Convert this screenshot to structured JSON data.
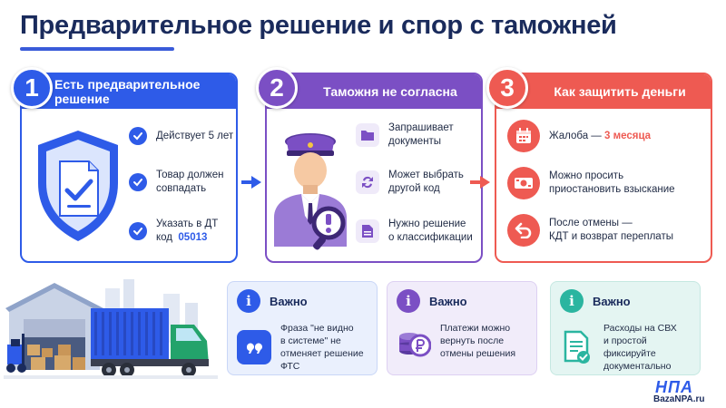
{
  "title": "Предварительное решение и спор с таможней",
  "steps": [
    {
      "number": "1",
      "heading": "Есть предварительное решение",
      "items": [
        {
          "lines": [
            "Действует 5 лет"
          ]
        },
        {
          "lines": [
            "Товар должен",
            "совпадать"
          ]
        },
        {
          "lines": [
            "Указать в ДТ"
          ],
          "prefix": "код",
          "highlight": "05013"
        }
      ],
      "icons": [
        "check-icon",
        "check-icon",
        "check-icon"
      ]
    },
    {
      "number": "2",
      "heading": "Таможня не согласна",
      "items": [
        {
          "lines": [
            "Запрашивает",
            "документы"
          ]
        },
        {
          "lines": [
            "Может выбрать",
            "другой код"
          ]
        },
        {
          "lines": [
            "Нужно решение",
            "о классификации"
          ]
        }
      ],
      "icons": [
        "folder-icon",
        "swap-icon",
        "document-icon"
      ]
    },
    {
      "number": "3",
      "heading": "Как защитить деньги",
      "items": [
        {
          "prefix": "Жалоба —",
          "highlight": "3 месяца"
        },
        {
          "lines": [
            "Можно просить",
            "приостановить взыскание"
          ]
        },
        {
          "lines": [
            "После отмены —",
            "КДТ и возврат переплаты"
          ]
        }
      ],
      "icons": [
        "calendar-icon",
        "money-icon",
        "undo-icon"
      ]
    }
  ],
  "notes": [
    {
      "heading": "Важно",
      "lines": [
        "Фраза \"не видно",
        "в системе\" не",
        "отменяет решение ФТС"
      ],
      "icon": "quote-icon"
    },
    {
      "heading": "Важно",
      "lines": [
        "Платежи можно",
        "вернуть после",
        "отмены решения"
      ],
      "icon": "coins-icon"
    },
    {
      "heading": "Важно",
      "lines": [
        "Расходы на СВХ",
        "и простой фиксируйте",
        "документально"
      ],
      "icon": "checked-document-icon"
    }
  ],
  "colors": {
    "blue": "#2e5be8",
    "purple": "#7b4fc4",
    "red": "#ee5a52",
    "teal": "#2bb5a0",
    "navy": "#1a2b5c"
  },
  "brand": {
    "logo": "НПА",
    "site": "BazaNPA.ru"
  }
}
